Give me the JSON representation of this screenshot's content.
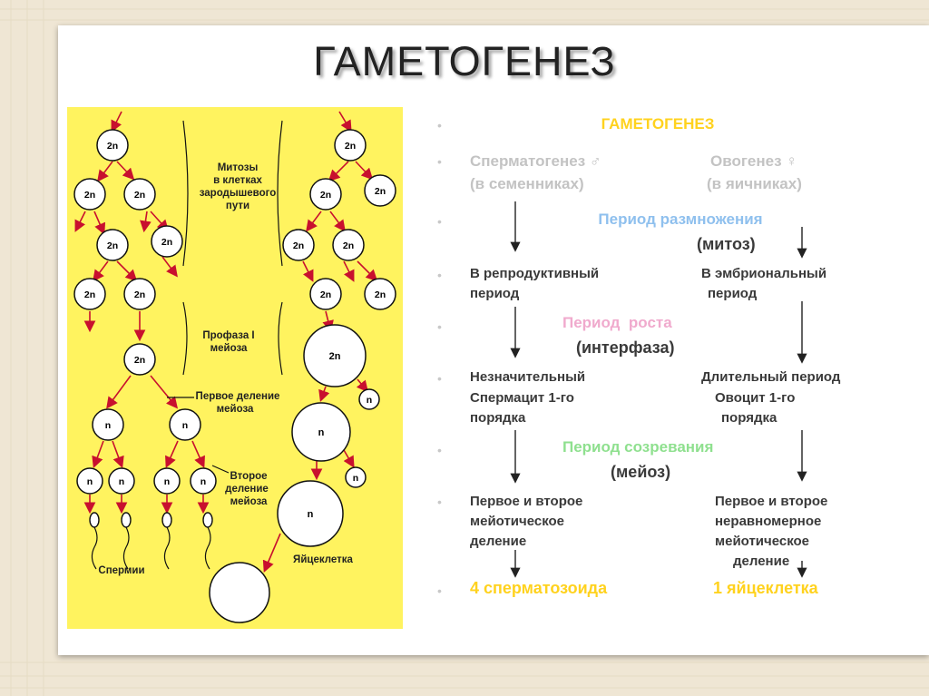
{
  "title": "ГАМЕТОГЕНЕЗ",
  "diagram": {
    "mitosis_label": [
      "Митозы",
      "в клетках",
      "зародышевого",
      "пути"
    ],
    "prophase_label": [
      "Профаза I",
      "мейоза"
    ],
    "meiosis1_label": [
      "Первое деление",
      "мейоза"
    ],
    "meiosis2_label": [
      "Второе",
      "деление",
      "мейоза"
    ],
    "sperm_label": "Спермии",
    "egg_label": "Яйцеклетка",
    "cell_2n": "2n",
    "cell_n": "n"
  },
  "right": {
    "heading": "ГАМЕТОГЕНЕЗ",
    "spermatogenesis": "Сперматогенез ♂",
    "oogenesis": "Овогенез ♀",
    "in_testes": "(в семенниках)",
    "in_ovaries": "(в яичниках)",
    "reproduction_period": "Период размножения",
    "mitosis": "(митоз)",
    "male_reproductive": [
      "В репродуктивный",
      "период"
    ],
    "female_embryonic": [
      "В эмбриональный",
      "период"
    ],
    "growth_period": "Период  роста",
    "interphase": "(интерфаза)",
    "male_growth": [
      "Незначительный",
      "Спермацит 1-го",
      "порядка"
    ],
    "female_growth": [
      "Длительный период",
      "Овоцит 1-го",
      "порядка"
    ],
    "maturation_period": "Период созревания",
    "meiosis": "(мейоз)",
    "male_meiosis": [
      "Первое и второе",
      "мейотическое",
      "деление"
    ],
    "female_meiosis": [
      "Первое и второе",
      "неравномерное",
      "мейотическое",
      "деление"
    ],
    "male_result": "4 сперматозоида",
    "female_result": "1 яйцеклетка"
  },
  "colors": {
    "yellow_panel": "#fff35f",
    "arrow_red": "#c8102e",
    "heading_yellow": "#ffd21e",
    "gray_text": "#c3c3c3",
    "blue_text": "#8fc0ee",
    "pink_text": "#f0aacd",
    "green_text": "#8fe08f"
  }
}
